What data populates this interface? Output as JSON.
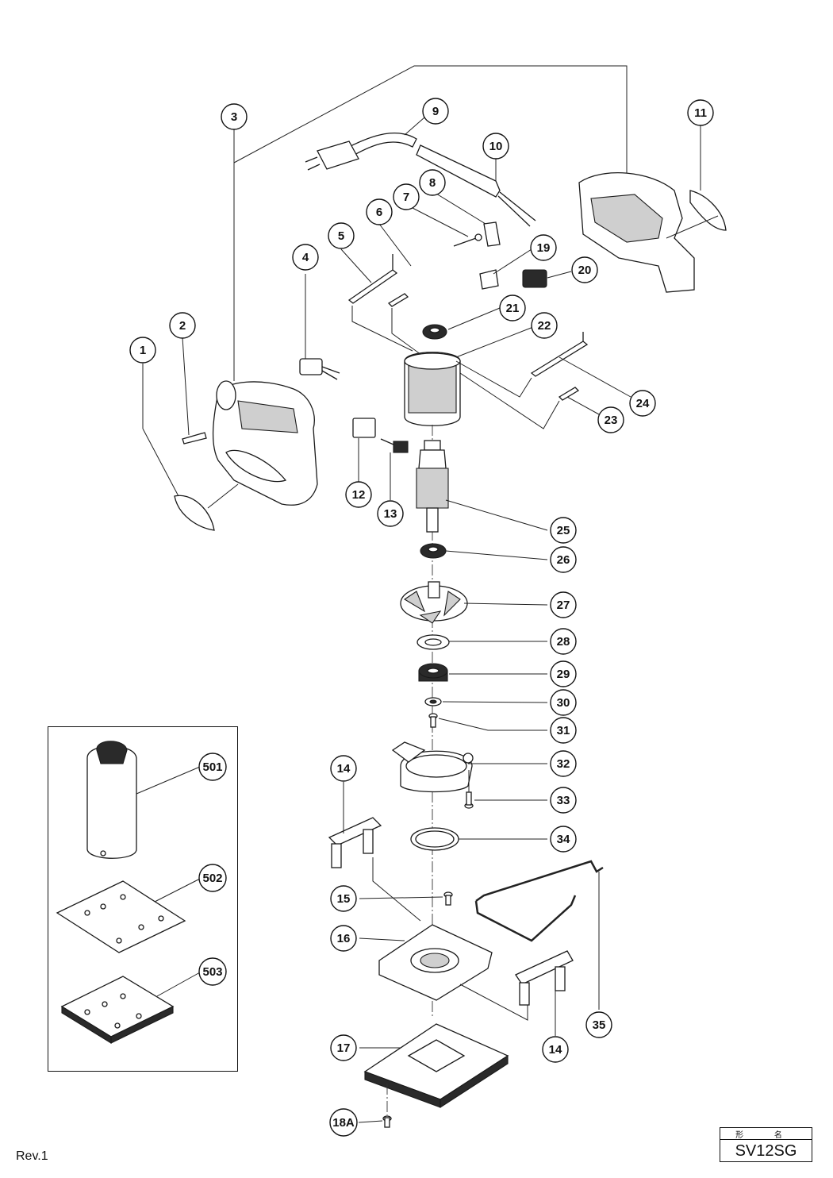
{
  "revision": "Rev.1",
  "model_box": {
    "header": "形 名",
    "model": "SV12SG"
  },
  "callouts": [
    "1",
    "2",
    "3",
    "4",
    "5",
    "6",
    "7",
    "8",
    "9",
    "10",
    "11",
    "12",
    "13",
    "14",
    "15",
    "16",
    "17",
    "18A",
    "19",
    "20",
    "21",
    "22",
    "23",
    "24",
    "25",
    "26",
    "27",
    "28",
    "29",
    "30",
    "31",
    "32",
    "33",
    "34",
    "35",
    "501",
    "502",
    "503"
  ],
  "accessories": [
    "501",
    "502",
    "503"
  ]
}
